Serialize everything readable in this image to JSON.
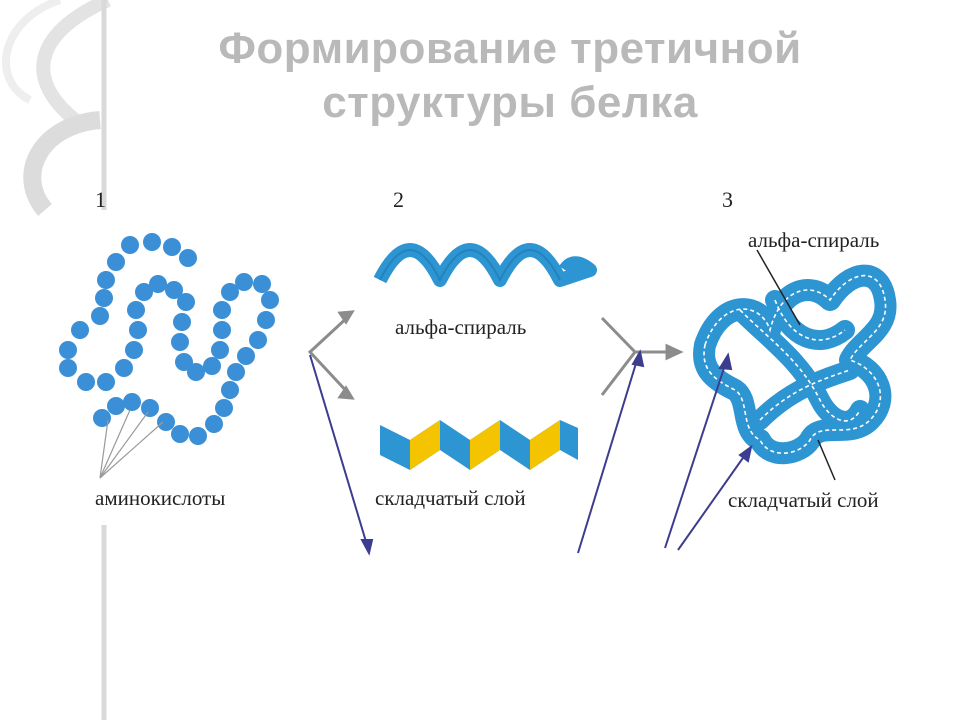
{
  "title_line1": "Формирование третичной",
  "title_line2": "структуры белка",
  "steps": [
    "1",
    "2",
    "3"
  ],
  "labels": {
    "aminoacids": "аминокислоты",
    "alpha_helix": "альфа-спираль",
    "beta_sheet": "складчатый слой",
    "tertiary_alpha": "альфа-спираль",
    "tertiary_beta": "складчатый слой"
  },
  "colors": {
    "protein_blue": "#2e95d3",
    "bead_blue": "#3a8fd6",
    "sheet_yellow": "#f5c400",
    "arrow_gray": "#8c8c8c",
    "arrow_navy": "#3d3d8f",
    "title_gray": "#b9b9b9"
  }
}
